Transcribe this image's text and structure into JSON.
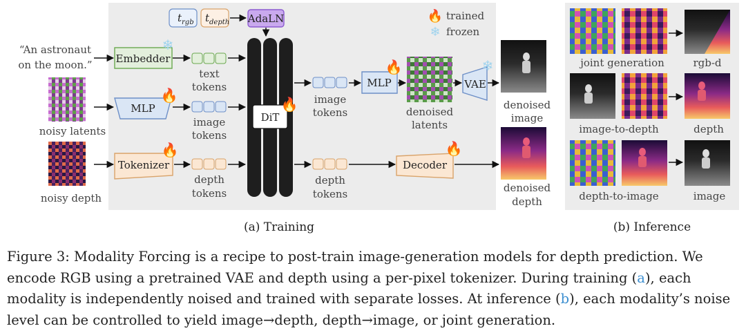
{
  "training": {
    "prompt_line1": "“An astronaut",
    "prompt_line2": "on the moon.”",
    "t_rgb": "t",
    "t_rgb_sub": "rgb",
    "t_depth": "t",
    "t_depth_sub": "depth",
    "adaln": "AdaLN",
    "dit": "DiT",
    "embedder": "Embedder",
    "mlp_in": "MLP",
    "tokenizer": "Tokenizer",
    "mlp_out": "MLP",
    "vae": "VAE",
    "decoder": "Decoder",
    "text_tokens_1": "text",
    "text_tokens_2": "tokens",
    "image_tokens_in_1": "image",
    "image_tokens_in_2": "tokens",
    "depth_tokens_in_1": "depth",
    "depth_tokens_in_2": "tokens",
    "image_tokens_out_1": "image",
    "image_tokens_out_2": "tokens",
    "depth_tokens_out_1": "depth",
    "depth_tokens_out_2": "tokens",
    "noisy_latents": "noisy latents",
    "noisy_depth": "noisy depth",
    "denoised_latents_1": "denoised",
    "denoised_latents_2": "latents",
    "denoised_image_1": "denoised",
    "denoised_image_2": "image",
    "denoised_depth_1": "denoised",
    "denoised_depth_2": "depth",
    "legend_trained": "trained",
    "legend_frozen": "frozen",
    "panel_caption": "(a) Training"
  },
  "inference": {
    "joint_generation": "joint generation",
    "rgb_d": "rgb-d",
    "image_to_depth": "image-to-depth",
    "depth": "depth",
    "depth_to_image": "depth-to-image",
    "image": "image",
    "panel_caption": "(b) Inference"
  },
  "caption": {
    "p1": "Figure 3: Modality Forcing is a recipe to post-train image-generation models for depth prediction. We encode RGB using a pretrained VAE and depth using a per-pixel tokenizer. During training (",
    "ref_a": "a",
    "p2": "), each modality is independently noised and trained with separate losses. At inference (",
    "ref_b": "b",
    "p3": "), each modality’s noise level can be controlled to yield image→depth, depth→image, or joint generation."
  },
  "colors": {
    "panel_bg": "#ececec",
    "green_box": "#e3efdc",
    "green_border": "#6aa84f",
    "blue_box": "#dae6f5",
    "blue_border": "#6d8fc7",
    "orange_box": "#fbe7d3",
    "orange_border": "#d9a36a",
    "purple_box": "#c9a9ee",
    "purple_border": "#8c5bd0",
    "dit_block": "#1e1e1e",
    "flame": "#f08a24",
    "snow": "#9fd3ee"
  }
}
